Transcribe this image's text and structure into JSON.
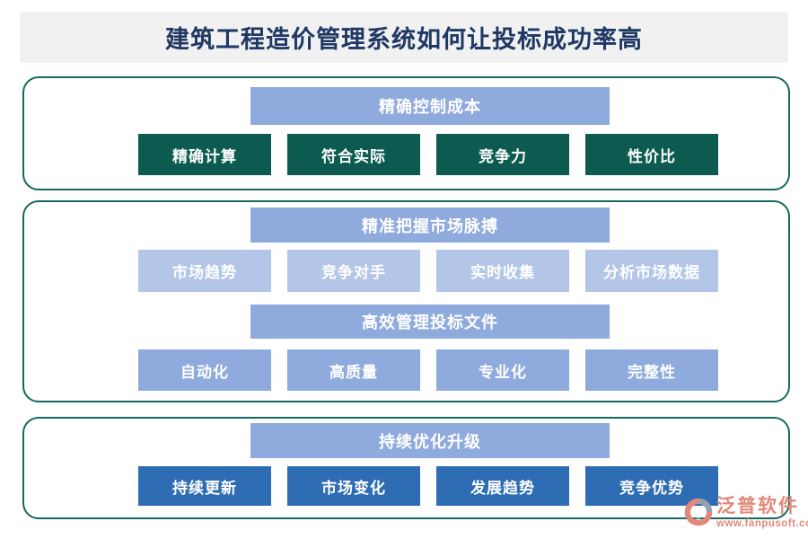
{
  "page": {
    "title": "建筑工程造价管理系统如何让投标成功率高"
  },
  "colors": {
    "title_text": "#1f3864",
    "banner_bg": "#f1f1f1",
    "container_border": "#17695c",
    "header_blue": "#8faadc",
    "light_blue": "#b4c6e7",
    "medium_blue": "#8faadc",
    "dark_green": "#0d5b50",
    "dark_blue": "#2e6db4",
    "watermark_color": "#e1887b"
  },
  "containers": [
    {
      "groups": [
        {
          "header": "精确控制成本",
          "box_style": "dark_green",
          "boxes": [
            "精确计算",
            "符合实际",
            "竞争力",
            "性价比"
          ]
        }
      ]
    },
    {
      "groups": [
        {
          "header": "精准把握市场脉搏",
          "box_style": "light_blue",
          "boxes": [
            "市场趋势",
            "竞争对手",
            "实时收集",
            "分析市场数据"
          ]
        },
        {
          "header": "高效管理投标文件",
          "box_style": "medium_blue",
          "boxes": [
            "自动化",
            "高质量",
            "专业化",
            "完整性"
          ]
        }
      ]
    },
    {
      "groups": [
        {
          "header": "持续优化升级",
          "box_style": "dark_blue",
          "boxes": [
            "持续更新",
            "市场变化",
            "发展趋势",
            "竞争优势"
          ]
        }
      ]
    }
  ],
  "watermark": {
    "brand": "泛普软件",
    "url": "www.fanpusoft.com"
  }
}
